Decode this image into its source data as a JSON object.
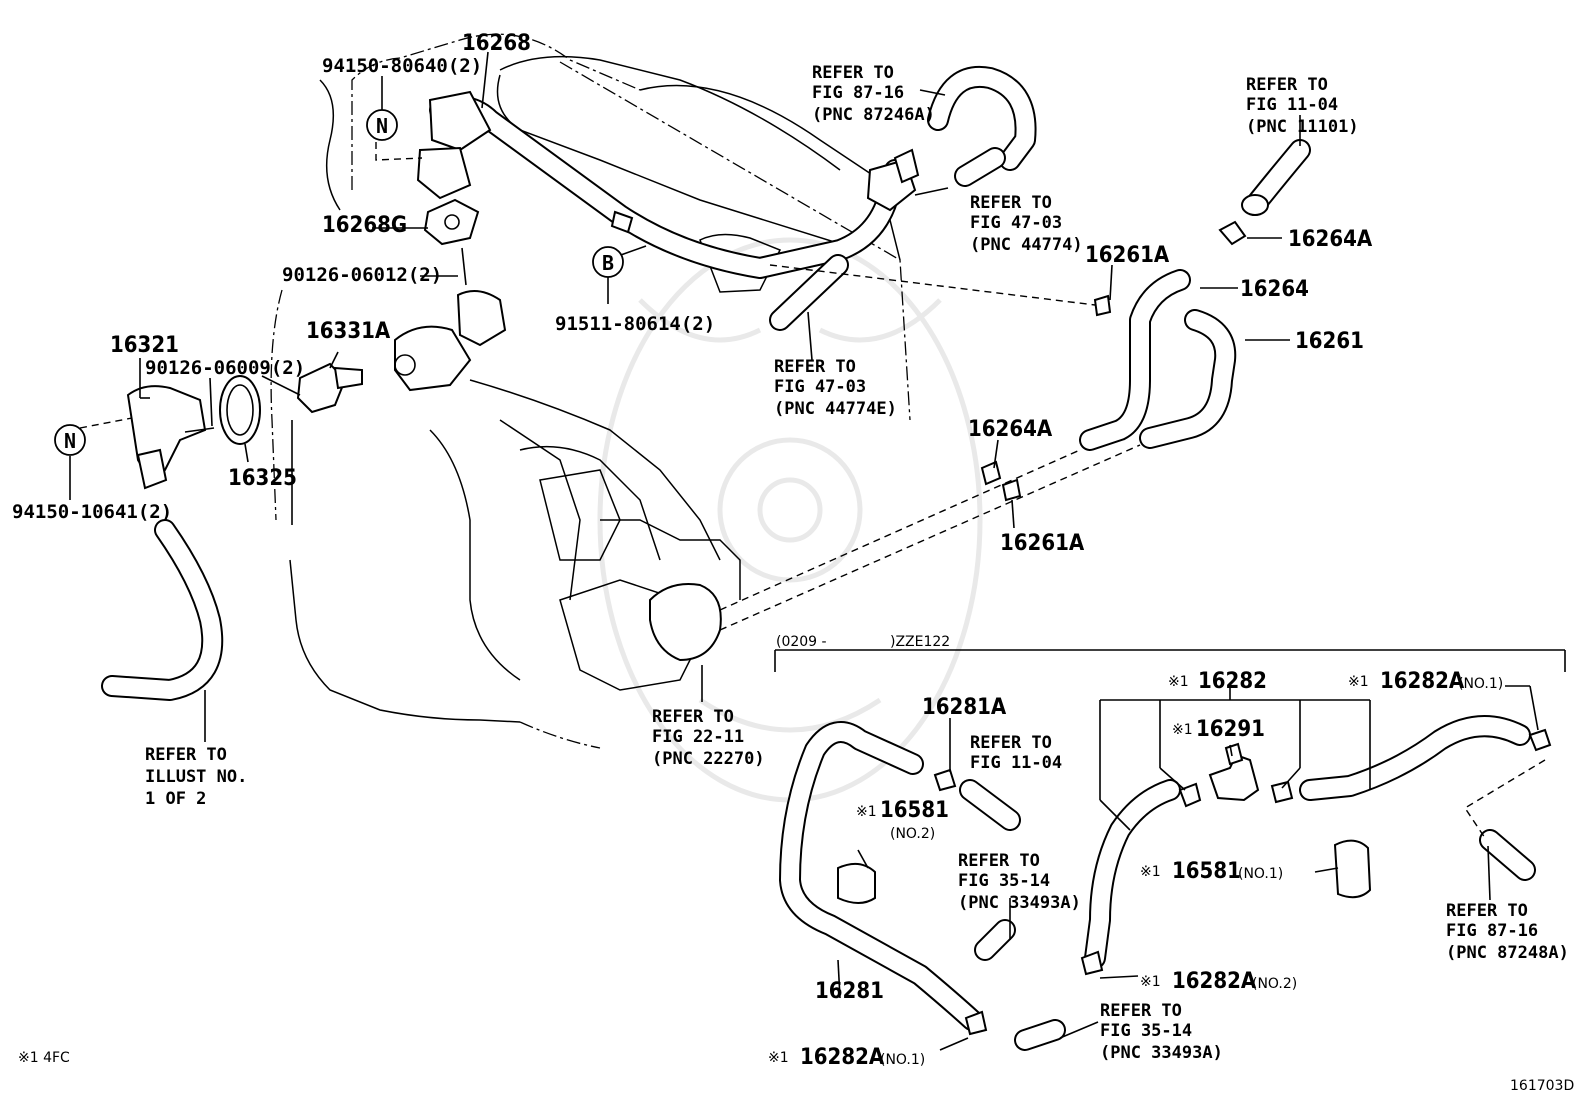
{
  "diagram_id": "161703D",
  "footnote": "※1 4FC",
  "variant_bracket": {
    "start": "(0209 -",
    "end": ")ZZE122"
  },
  "parts": {
    "p16268": "16268",
    "p94150_80640": "94150-80640(2)",
    "p16268G": "16268G",
    "p90126_06012": "90126-06012(2)",
    "p16321": "16321",
    "p90126_06009": "90126-06009(2)",
    "p16331A": "16331A",
    "p16325": "16325",
    "p94150_10641": "94150-10641(2)",
    "p91511_80614": "91511-80614(2)",
    "p16261A_top": "16261A",
    "p16264": "16264",
    "p16261": "16261",
    "p16264A_top": "16264A",
    "p16264A_mid": "16264A",
    "p16261A_mid": "16261A",
    "p16281A": "16281A",
    "p16581_no2": "16581",
    "p16581_no2_sub": "(NO.2)",
    "p16281": "16281",
    "p16282A_bl": "16282A",
    "p16282A_bl_sub": "(NO.1)",
    "p16282": "16282",
    "p16291": "16291",
    "p16282A_tr": "16282A",
    "p16282A_tr_sub": "(NO.1)",
    "p16581_no1": "16581",
    "p16581_no1_sub": "(NO.1)",
    "p16282A_no2": "16282A",
    "p16282A_no2_sub": "(NO.2)",
    "mark": "※1"
  },
  "circle_markers": {
    "n": "N",
    "b": "B"
  },
  "references": {
    "fig87_16_top": {
      "l1": "REFER TO",
      "l2": "FIG 87-16",
      "l3": "(PNC 87246A)"
    },
    "fig11_04_top": {
      "l1": "REFER TO",
      "l2": "FIG 11-04",
      "l3": "(PNC 11101)"
    },
    "fig47_03_a": {
      "l1": "REFER TO",
      "l2": "FIG 47-03",
      "l3": "(PNC 44774)"
    },
    "fig47_03_b": {
      "l1": "REFER TO",
      "l2": "FIG 47-03",
      "l3": "(PNC 44774E)"
    },
    "illust": {
      "l1": "REFER TO",
      "l2": "ILLUST NO.",
      "l3": "1 OF 2"
    },
    "fig22_11": {
      "l1": "REFER TO",
      "l2": "FIG 22-11",
      "l3": "(PNC 22270)"
    },
    "fig11_04_bot": {
      "l1": "REFER TO",
      "l2": "FIG 11-04"
    },
    "fig35_14_a": {
      "l1": "REFER TO",
      "l2": "FIG 35-14",
      "l3": "(PNC 33493A)"
    },
    "fig35_14_b": {
      "l1": "REFER TO",
      "l2": "FIG 35-14",
      "l3": "(PNC 33493A)"
    },
    "fig87_16_bot": {
      "l1": "REFER TO",
      "l2": "FIG 87-16",
      "l3": "(PNC 87248A)"
    }
  }
}
